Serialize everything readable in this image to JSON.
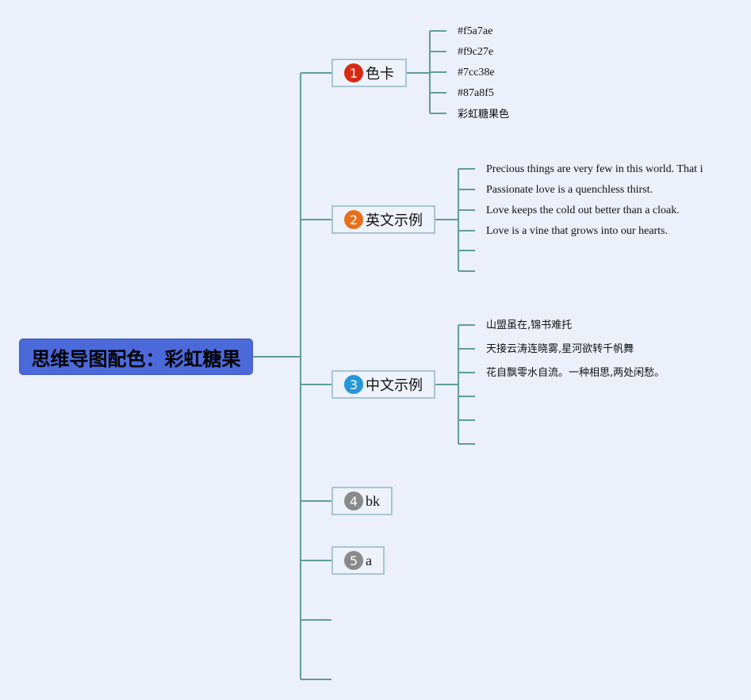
{
  "root": {
    "label": "思维导图配色：彩虹糖果"
  },
  "branches": [
    {
      "num": "1",
      "label": "色卡",
      "badge_color": "#d72a12",
      "children": [
        "#f5a7ae",
        "#f9c27e",
        "#7cc38e",
        "#87a8f5",
        "彩虹糖果色"
      ]
    },
    {
      "num": "2",
      "label": "英文示例",
      "badge_color": "#e66f1d",
      "children": [
        "Precious things are very few in this world. That i",
        "Passionate love is a quenchless thirst.",
        "Love keeps the cold out better than a cloak.",
        "Love is a vine that grows into our hearts.",
        "",
        ""
      ]
    },
    {
      "num": "3",
      "label": "中文示例",
      "badge_color": "#2596d8",
      "children": [
        "山盟虽在,锦书难托",
        "天接云涛连晓雾,星河欲转千帆舞",
        "花自飘零水自流。一种相思,两处闲愁。",
        "",
        "",
        ""
      ]
    },
    {
      "num": "4",
      "label": "bk",
      "badge_color": "#8a8a8a",
      "children": []
    },
    {
      "num": "5",
      "label": "a",
      "badge_color": "#8a8a8a",
      "children": []
    }
  ],
  "colors": {
    "connector": "#5f9e98",
    "root_fill": "#4b69d8",
    "topic_border": "#a9c5cf"
  }
}
